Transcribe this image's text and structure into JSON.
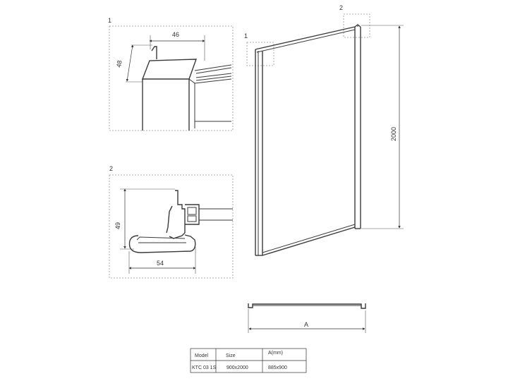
{
  "detail1": {
    "label": "1",
    "dim_width": "46",
    "dim_height": "48"
  },
  "detail2": {
    "label": "2",
    "dim_height": "49",
    "dim_width": "54"
  },
  "main": {
    "callout1": "1",
    "callout2": "2",
    "height": "2000",
    "width_label": "A"
  },
  "spec_table": {
    "headers": [
      "Model",
      "Size",
      "A(mm)"
    ],
    "rows": [
      [
        "KTC 03 1S",
        "900x2000",
        "885x900"
      ]
    ]
  }
}
